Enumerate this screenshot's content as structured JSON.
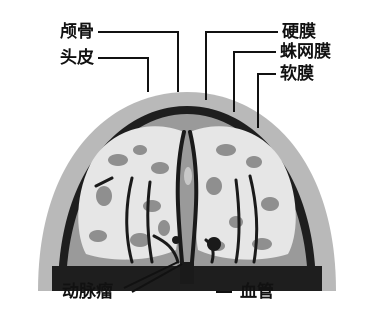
{
  "labels": {
    "skull": "颅骨",
    "scalp": "头皮",
    "dura": "硬膜",
    "arachnoid": "蛛网膜",
    "pia": "软膜",
    "aneurysm": "动脉瘤",
    "vessel": "血管"
  },
  "colors": {
    "background": "#ffffff",
    "outer_layer": "#b9b9b9",
    "dark_band": "#1e1e1e",
    "brain": "#e6e6e6",
    "mottle": "#8f8f8f",
    "vessel": "#1a1a1a"
  }
}
